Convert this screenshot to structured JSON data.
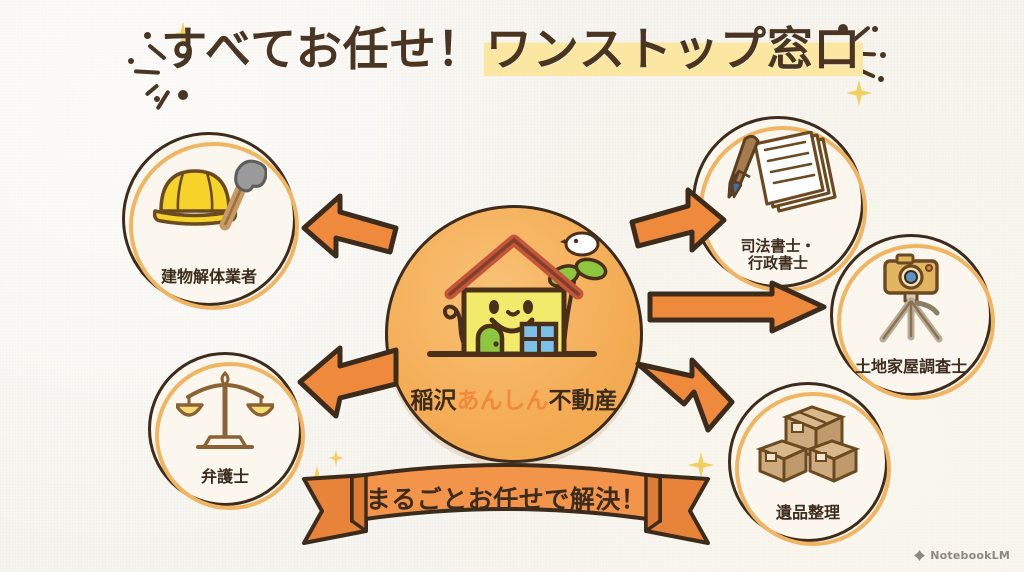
{
  "page": {
    "background_color": "#f7f5ef",
    "ink_color": "#3d2b1c",
    "accent_orange": "#ef8a3c",
    "center_fill": "#f4ad56",
    "bubble_fill": "#fbf7ee",
    "highlight_yellow": "#fbe6a2"
  },
  "title": {
    "part1": "すべてお任せ！",
    "part2_highlighted": "ワンストップ窓口",
    "full": "すべてお任せ！ワンストップ窓口"
  },
  "center": {
    "label_prefix": "稲沢",
    "label_accent": "あんしん",
    "label_suffix": "不動産",
    "label_full": "稲沢あんしん不動産",
    "icon": "smiling-house-logo"
  },
  "bubbles": [
    {
      "id": "demolition",
      "label": "建物解体業者",
      "label_lines": [
        "建物解体業者"
      ],
      "icon": "hardhat-hammer-icon"
    },
    {
      "id": "lawyer",
      "label": "弁護士",
      "label_lines": [
        "弁護士"
      ],
      "icon": "scales-of-justice-icon"
    },
    {
      "id": "scrivener",
      "label": "司法書士・行政書士",
      "label_lines": [
        "司法書士・",
        "行政書士"
      ],
      "icon": "pen-documents-icon"
    },
    {
      "id": "surveyor",
      "label": "土地家屋調査士",
      "label_lines": [
        "土地家屋調査士"
      ],
      "icon": "camera-tripod-icon"
    },
    {
      "id": "estate-cleanup",
      "label": "遺品整理",
      "label_lines": [
        "遺品整理"
      ],
      "icon": "cardboard-boxes-icon"
    }
  ],
  "arrows": [
    {
      "id": "to-demolition",
      "direction": "up-left",
      "icon": "arrow-up-left-icon"
    },
    {
      "id": "to-scrivener",
      "direction": "up-right",
      "icon": "arrow-up-right-icon"
    },
    {
      "id": "to-surveyor",
      "direction": "right",
      "icon": "arrow-right-icon"
    },
    {
      "id": "to-estate-cleanup",
      "direction": "down-right",
      "icon": "arrow-down-right-icon"
    },
    {
      "id": "to-lawyer",
      "direction": "down-left",
      "icon": "arrow-down-left-icon"
    }
  ],
  "ribbon": {
    "text": "まるごとお任せで解決！",
    "fill": "#f2954a",
    "tail_fill": "#e8833a"
  },
  "watermark": {
    "text": "NotebookLM",
    "icon": "notebooklm-icon"
  }
}
